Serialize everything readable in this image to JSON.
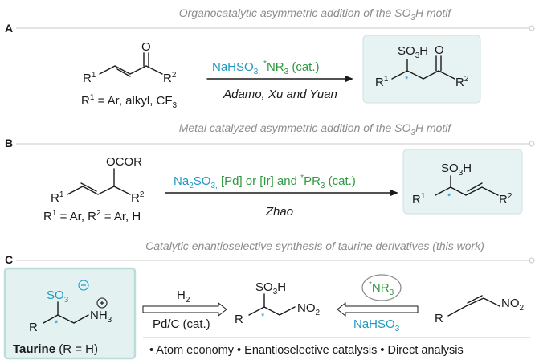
{
  "sectionA": {
    "letter": "A",
    "header": "Organocatalytic asymmetric addition of the SO",
    "header_sub": "3",
    "header_end": "H motif",
    "reactant_o": "O",
    "reactant_r1": "R",
    "reactant_r1_sup": "1",
    "reactant_r2": "R",
    "reactant_r2_sup": "2",
    "substituent": "R",
    "substituent_sup": "1",
    "substituent_rest": " = Ar, alkyl, CF",
    "substituent_sub": "3",
    "reagent_a": "NaHSO",
    "reagent_a_sub": "3,",
    "reagent_star": "*",
    "reagent_b": "NR",
    "reagent_b_sub": "3",
    "reagent_c": " (cat.)",
    "authors": "Adamo, Xu and Yuan",
    "product_so3h": "SO",
    "product_so3h_sub": "3",
    "product_so3h_end": "H",
    "product_o": "O",
    "product_r1": "R",
    "product_r1_sup": "1",
    "product_star": "*",
    "product_r2": "R",
    "product_r2_sup": "2"
  },
  "sectionB": {
    "letter": "B",
    "header": "Metal catalyzed asymmetric addition of the SO",
    "header_sub": "3",
    "header_end": "H motif",
    "reactant_ocor": "OCOR",
    "reactant_r1": "R",
    "reactant_r1_sup": "1",
    "reactant_r2": "R",
    "reactant_r2_sup": "2",
    "substituent_a": "R",
    "substituent_a_sup": "1",
    "substituent_mid": " = Ar, R",
    "substituent_b_sup": "2",
    "substituent_end": " = Ar, H",
    "reagent_a": "Na",
    "reagent_a_sub": "2",
    "reagent_a2": "SO",
    "reagent_a2_sub": "3,",
    "reagent_b": " [Pd] or [Ir] and ",
    "reagent_star": "*",
    "reagent_c": "PR",
    "reagent_c_sub": "3",
    "reagent_d": " (cat.)",
    "authors": "Zhao",
    "product_so3h": "SO",
    "product_so3h_sub": "3",
    "product_so3h_end": "H",
    "product_r1": "R",
    "product_r1_sup": "1",
    "product_star": "*",
    "product_r2": "R",
    "product_r2_sup": "2"
  },
  "sectionC": {
    "letter": "C",
    "header": "Catalytic enantioselective synthesis of taurine derivatives (this work)",
    "taurine_so3": "SO",
    "taurine_so3_sub": "3",
    "taurine_nh3": "NH",
    "taurine_nh3_sub": "3",
    "taurine_r": "R",
    "taurine_star": "*",
    "taurine_name": "Taurine",
    "taurine_note": " (R = H)",
    "step1_top": "H",
    "step1_top_sub": "2",
    "step1_bottom": "Pd/C (cat.)",
    "mid_so3h": "SO",
    "mid_so3h_sub": "3",
    "mid_so3h_end": "H",
    "mid_r": "R",
    "mid_star": "*",
    "mid_no2": "NO",
    "mid_no2_sub": "2",
    "cat_star": "*",
    "cat_nr": "NR",
    "cat_nr_sub": "3",
    "step2_bottom": "NaHSO",
    "step2_bottom_sub": "3",
    "sm_r": "R",
    "sm_no2": "NO",
    "sm_no2_sub": "2",
    "features": "• Atom economy • Enantioselective catalysis • Direct analysis"
  },
  "colors": {
    "accent": "#1e9ac2",
    "green": "#2e9a3f",
    "box": "#e6f3f2",
    "header": "#8c8c8c"
  }
}
